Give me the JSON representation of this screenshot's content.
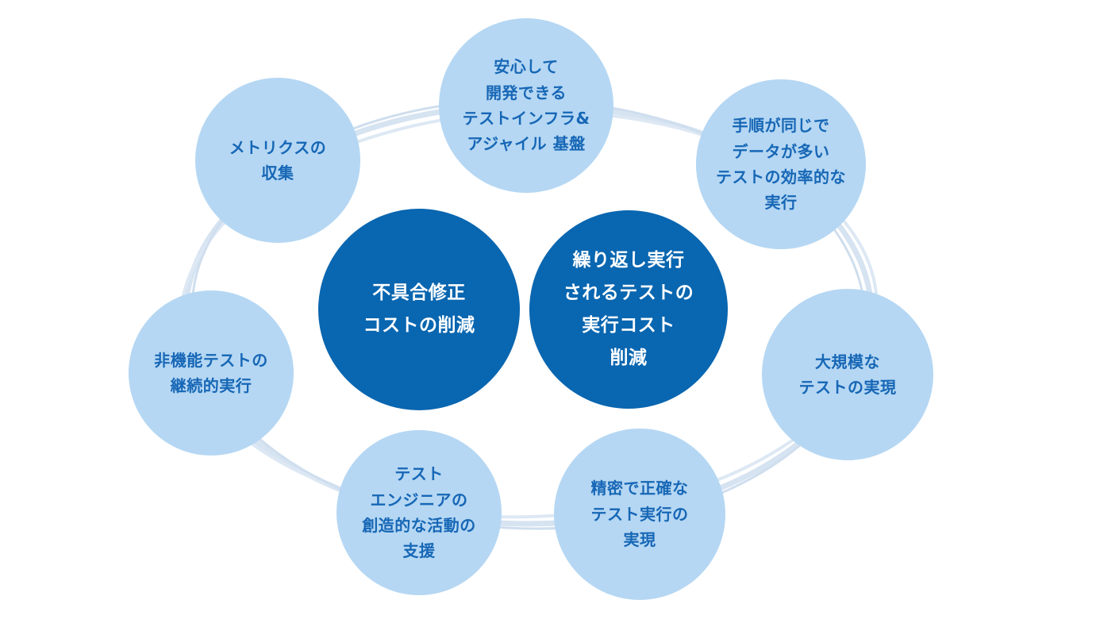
{
  "diagram": {
    "background": "#ffffff",
    "colors": {
      "light_circle_fill": "#b5d7f3",
      "dark_circle_fill": "#0966b0",
      "light_circle_text": "#1767b6",
      "dark_circle_text": "#ffffff",
      "ring_stroke": "#d6e3f1"
    },
    "center_circles": [
      {
        "id": "defect-fix-cost-reduction",
        "lines": [
          "不具合修正",
          "コストの削減"
        ]
      },
      {
        "id": "repeated-test-execution-cost-reduction",
        "lines": [
          "繰り返し実行",
          "されるテストの",
          "実行コスト",
          "削減"
        ]
      }
    ],
    "outer_circles": [
      {
        "id": "safe-test-infra-agile-base",
        "lines": [
          "安心して",
          "開発できる",
          "テストインフラ&",
          "アジャイル 基盤"
        ]
      },
      {
        "id": "efficient-execution-same-steps-many-data",
        "lines": [
          "手順が同じで",
          "データが多い",
          "テストの効率的な",
          "実行"
        ]
      },
      {
        "id": "large-scale-test-realization",
        "lines": [
          "大規模な",
          "テストの実現"
        ]
      },
      {
        "id": "precise-accurate-test-execution",
        "lines": [
          "精密で正確な",
          "テスト実行の",
          "実現"
        ]
      },
      {
        "id": "test-engineer-creative-activity-support",
        "lines": [
          "テスト",
          "エンジニアの",
          "創造的な活動の",
          "支援"
        ]
      },
      {
        "id": "non-functional-test-continuous-execution",
        "lines": [
          "非機能テストの",
          "継続的実行"
        ]
      },
      {
        "id": "metrics-collection",
        "lines": [
          "メトリクスの",
          "収集"
        ]
      }
    ]
  }
}
